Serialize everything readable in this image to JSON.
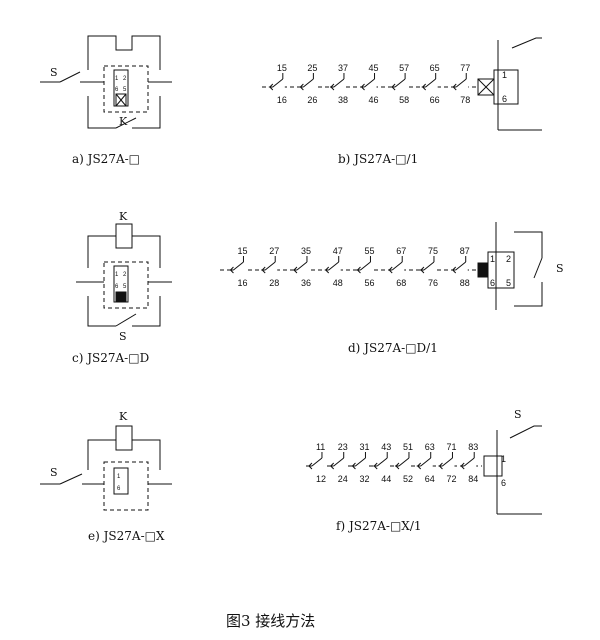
{
  "figure_caption": "图3 接线方法",
  "panels": {
    "a": {
      "caption": "a) JS27A-□",
      "switch_label": "S",
      "coil_label": "K",
      "pins": [
        "1",
        "2",
        "6",
        "5"
      ]
    },
    "b": {
      "caption": "b) JS27A-□/1",
      "contacts_top": [
        "15",
        "25",
        "37",
        "45",
        "57",
        "65",
        "77"
      ],
      "contacts_bottom": [
        "16",
        "26",
        "38",
        "46",
        "58",
        "66",
        "78"
      ],
      "pin_top": "1",
      "pin_bottom": "6"
    },
    "c": {
      "caption": "c) JS27A-□D",
      "coil_label": "K",
      "switch_label": "S",
      "pins": [
        "1",
        "2",
        "6",
        "5"
      ]
    },
    "d": {
      "caption": "d) JS27A-□D/1",
      "contacts_top": [
        "15",
        "27",
        "35",
        "47",
        "55",
        "67",
        "75",
        "87"
      ],
      "contacts_bottom": [
        "16",
        "28",
        "36",
        "48",
        "56",
        "68",
        "76",
        "88"
      ],
      "pin_top_left": "1",
      "pin_top_right": "2",
      "pin_bottom_left": "6",
      "pin_bottom_right": "5",
      "switch_label": "S"
    },
    "e": {
      "caption": "e) JS27A-□X",
      "coil_label": "K",
      "switch_label": "S",
      "pins": [
        "1",
        "6"
      ]
    },
    "f": {
      "caption": "f) JS27A-□X/1",
      "contacts_top": [
        "11",
        "23",
        "31",
        "43",
        "51",
        "63",
        "71",
        "83"
      ],
      "contacts_bottom": [
        "12",
        "24",
        "32",
        "44",
        "52",
        "64",
        "72",
        "84"
      ],
      "pin_top": "1",
      "pin_bottom": "6",
      "switch_label": "S"
    }
  }
}
